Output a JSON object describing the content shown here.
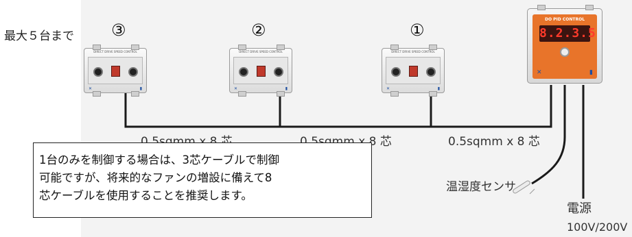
{
  "labels": {
    "max_units": "最大５台まで",
    "unit3": "③",
    "unit2": "②",
    "unit1": "①",
    "cable_left": "0.5sqmm x 8 芯",
    "cable_middle": "0.5sqmm x 8 芯",
    "cable_right": "0.5sqmm x 8 芯",
    "sensor": "温湿度センサ",
    "power": "電源",
    "voltage": "100V/200V"
  },
  "note": {
    "line1": "1台のみを制御する場合は、3芯ケーブルで制御",
    "line2": "可能ですが、将来的なファンの増設に備えて8",
    "line3": "芯ケーブルを使用することを推奨します。"
  },
  "speed_control": {
    "panel_label": "DIRECT DRIVE SPEED CONTROL"
  },
  "pid_controller": {
    "panel_label": "DO PID CONTROL",
    "display": "8.2.3.5"
  },
  "colors": {
    "pid_face": "#e8742a",
    "display_digits": "#ff3a2a",
    "cable": "#1a1a1a",
    "background": "#f3f3f3"
  },
  "icons": {
    "knob": "rotary-knob-icon",
    "switch": "rocker-switch-icon",
    "brand_logo": "brand-logo-icon"
  }
}
